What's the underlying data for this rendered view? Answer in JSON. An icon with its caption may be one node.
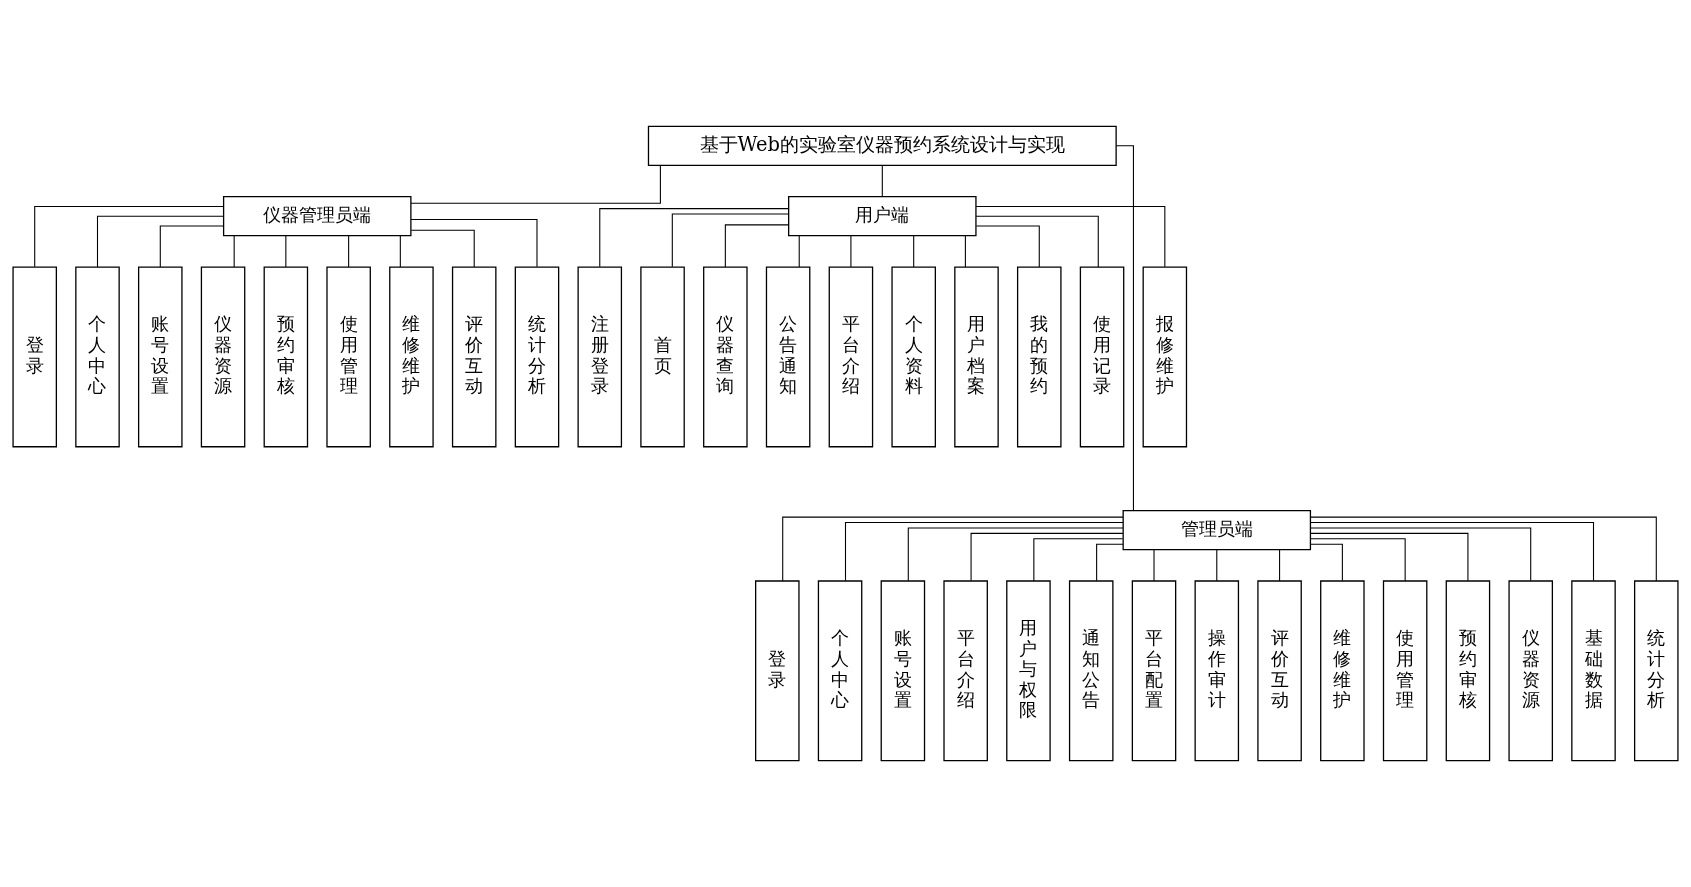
{
  "diagram": {
    "nodes": [
      {
        "text": [
          "基于Web的实验室仪器预约系统设计与实现"
        ]
      },
      {
        "text": [
          "仪器管理员端"
        ]
      },
      {
        "text": [
          "用户端"
        ]
      },
      {
        "text": [
          "登录"
        ]
      },
      {
        "text": [
          "个人中心"
        ]
      },
      {
        "text": [
          "账号设置"
        ]
      },
      {
        "text": [
          "仪器资源"
        ]
      },
      {
        "text": [
          "预约审核"
        ]
      },
      {
        "text": [
          "使用管理"
        ]
      },
      {
        "text": [
          "维修维护"
        ]
      },
      {
        "text": [
          "评价互动"
        ]
      },
      {
        "text": [
          "统计分析"
        ]
      },
      {
        "text": [
          "注册登录"
        ]
      },
      {
        "text": [
          "首页"
        ]
      },
      {
        "text": [
          "仪器查询"
        ]
      },
      {
        "text": [
          "公告通知"
        ]
      },
      {
        "text": [
          "平台介绍"
        ]
      },
      {
        "text": [
          "个人资料"
        ]
      },
      {
        "text": [
          "用户档案"
        ]
      },
      {
        "text": [
          "我的预约"
        ]
      },
      {
        "text": [
          "使用记录"
        ]
      },
      {
        "text": [
          "报修维护"
        ]
      },
      {
        "text": [
          "管理员端"
        ]
      },
      {
        "text": [
          "登录"
        ]
      },
      {
        "text": [
          "个人中心"
        ]
      },
      {
        "text": [
          "账号设置"
        ]
      },
      {
        "text": [
          "平台介绍"
        ]
      },
      {
        "text": [
          "用户与权限"
        ]
      },
      {
        "text": [
          "通知公告"
        ]
      },
      {
        "text": [
          "平台配置"
        ]
      },
      {
        "text": [
          "操作审计"
        ]
      },
      {
        "text": [
          "评价互动"
        ]
      },
      {
        "text": [
          "维修维护"
        ]
      },
      {
        "text": [
          "使用管理"
        ]
      },
      {
        "text": [
          "预约审核"
        ]
      },
      {
        "text": [
          "仪器资源"
        ]
      },
      {
        "text": [
          "基础数据"
        ]
      },
      {
        "text": [
          "统计分析"
        ]
      }
    ],
    "edges": [
      {
        "from": 0,
        "to": 1,
        "arrow": "none"
      },
      {
        "from": 0,
        "to": 2,
        "arrow": "none"
      },
      {
        "from": 0,
        "to": 22,
        "arrow": "none"
      },
      {
        "from": 1,
        "to": 3,
        "arrow": "none"
      },
      {
        "from": 1,
        "to": 4,
        "arrow": "none"
      },
      {
        "from": 1,
        "to": 5,
        "arrow": "none"
      },
      {
        "from": 1,
        "to": 6,
        "arrow": "none"
      },
      {
        "from": 1,
        "to": 7,
        "arrow": "none"
      },
      {
        "from": 1,
        "to": 8,
        "arrow": "none"
      },
      {
        "from": 1,
        "to": 9,
        "arrow": "none"
      },
      {
        "from": 1,
        "to": 10,
        "arrow": "none"
      },
      {
        "from": 1,
        "to": 11,
        "arrow": "none"
      },
      {
        "from": 2,
        "to": 12,
        "arrow": "none"
      },
      {
        "from": 2,
        "to": 13,
        "arrow": "none"
      },
      {
        "from": 2,
        "to": 14,
        "arrow": "none"
      },
      {
        "from": 2,
        "to": 15,
        "arrow": "none"
      },
      {
        "from": 2,
        "to": 16,
        "arrow": "none"
      },
      {
        "from": 2,
        "to": 17,
        "arrow": "none"
      },
      {
        "from": 2,
        "to": 18,
        "arrow": "none"
      },
      {
        "from": 2,
        "to": 19,
        "arrow": "none"
      },
      {
        "from": 2,
        "to": 20,
        "arrow": "none"
      },
      {
        "from": 2,
        "to": 21,
        "arrow": "none"
      },
      {
        "from": 22,
        "to": 23,
        "arrow": "none"
      },
      {
        "from": 22,
        "to": 24,
        "arrow": "none"
      },
      {
        "from": 22,
        "to": 25,
        "arrow": "none"
      },
      {
        "from": 22,
        "to": 26,
        "arrow": "none"
      },
      {
        "from": 22,
        "to": 27,
        "arrow": "none"
      },
      {
        "from": 22,
        "to": 28,
        "arrow": "none"
      },
      {
        "from": 22,
        "to": 29,
        "arrow": "none"
      },
      {
        "from": 22,
        "to": 30,
        "arrow": "none"
      },
      {
        "from": 22,
        "to": 31,
        "arrow": "none"
      },
      {
        "from": 22,
        "to": 32,
        "arrow": "none"
      },
      {
        "from": 22,
        "to": 33,
        "arrow": "none"
      },
      {
        "from": 22,
        "to": 34,
        "arrow": "none"
      },
      {
        "from": 22,
        "to": 35,
        "arrow": "none"
      },
      {
        "from": 22,
        "to": 36,
        "arrow": "none"
      },
      {
        "from": 22,
        "to": 37,
        "arrow": "none"
      }
    ]
  }
}
